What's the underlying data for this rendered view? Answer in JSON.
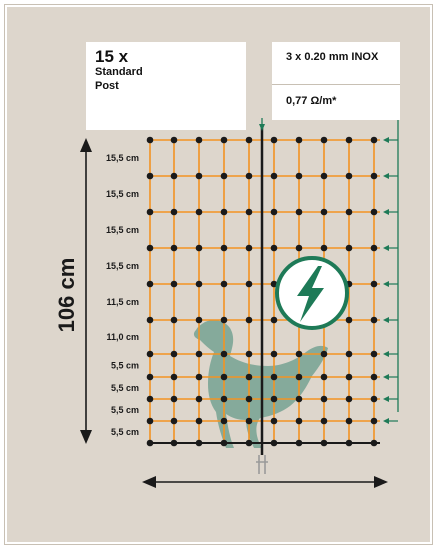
{
  "post_box": {
    "count": "15 x",
    "line1": "Standard",
    "line2": "Post"
  },
  "wire_box": {
    "wire_spec": "3 x 0.20 mm INOX",
    "resistance": "0,77 Ω/m*"
  },
  "height_label": "106 cm",
  "spacings": [
    "15,5 cm",
    "15,5 cm",
    "15,5 cm",
    "15,5 cm",
    "11,5 cm",
    "11,0 cm",
    "5,5 cm",
    "5,5 cm",
    "5,5 cm",
    "5,5 cm"
  ],
  "colors": {
    "background": "#ddd6cc",
    "mesh": "#f39322",
    "knot": "#1a1a1a",
    "accent": "#1e7a57",
    "silhouette": "#7fa898"
  },
  "icons": {
    "warning": "lightning-bolt-icon",
    "post_spike": "post-spike-icon",
    "silhouette": "chicken-silhouette"
  }
}
